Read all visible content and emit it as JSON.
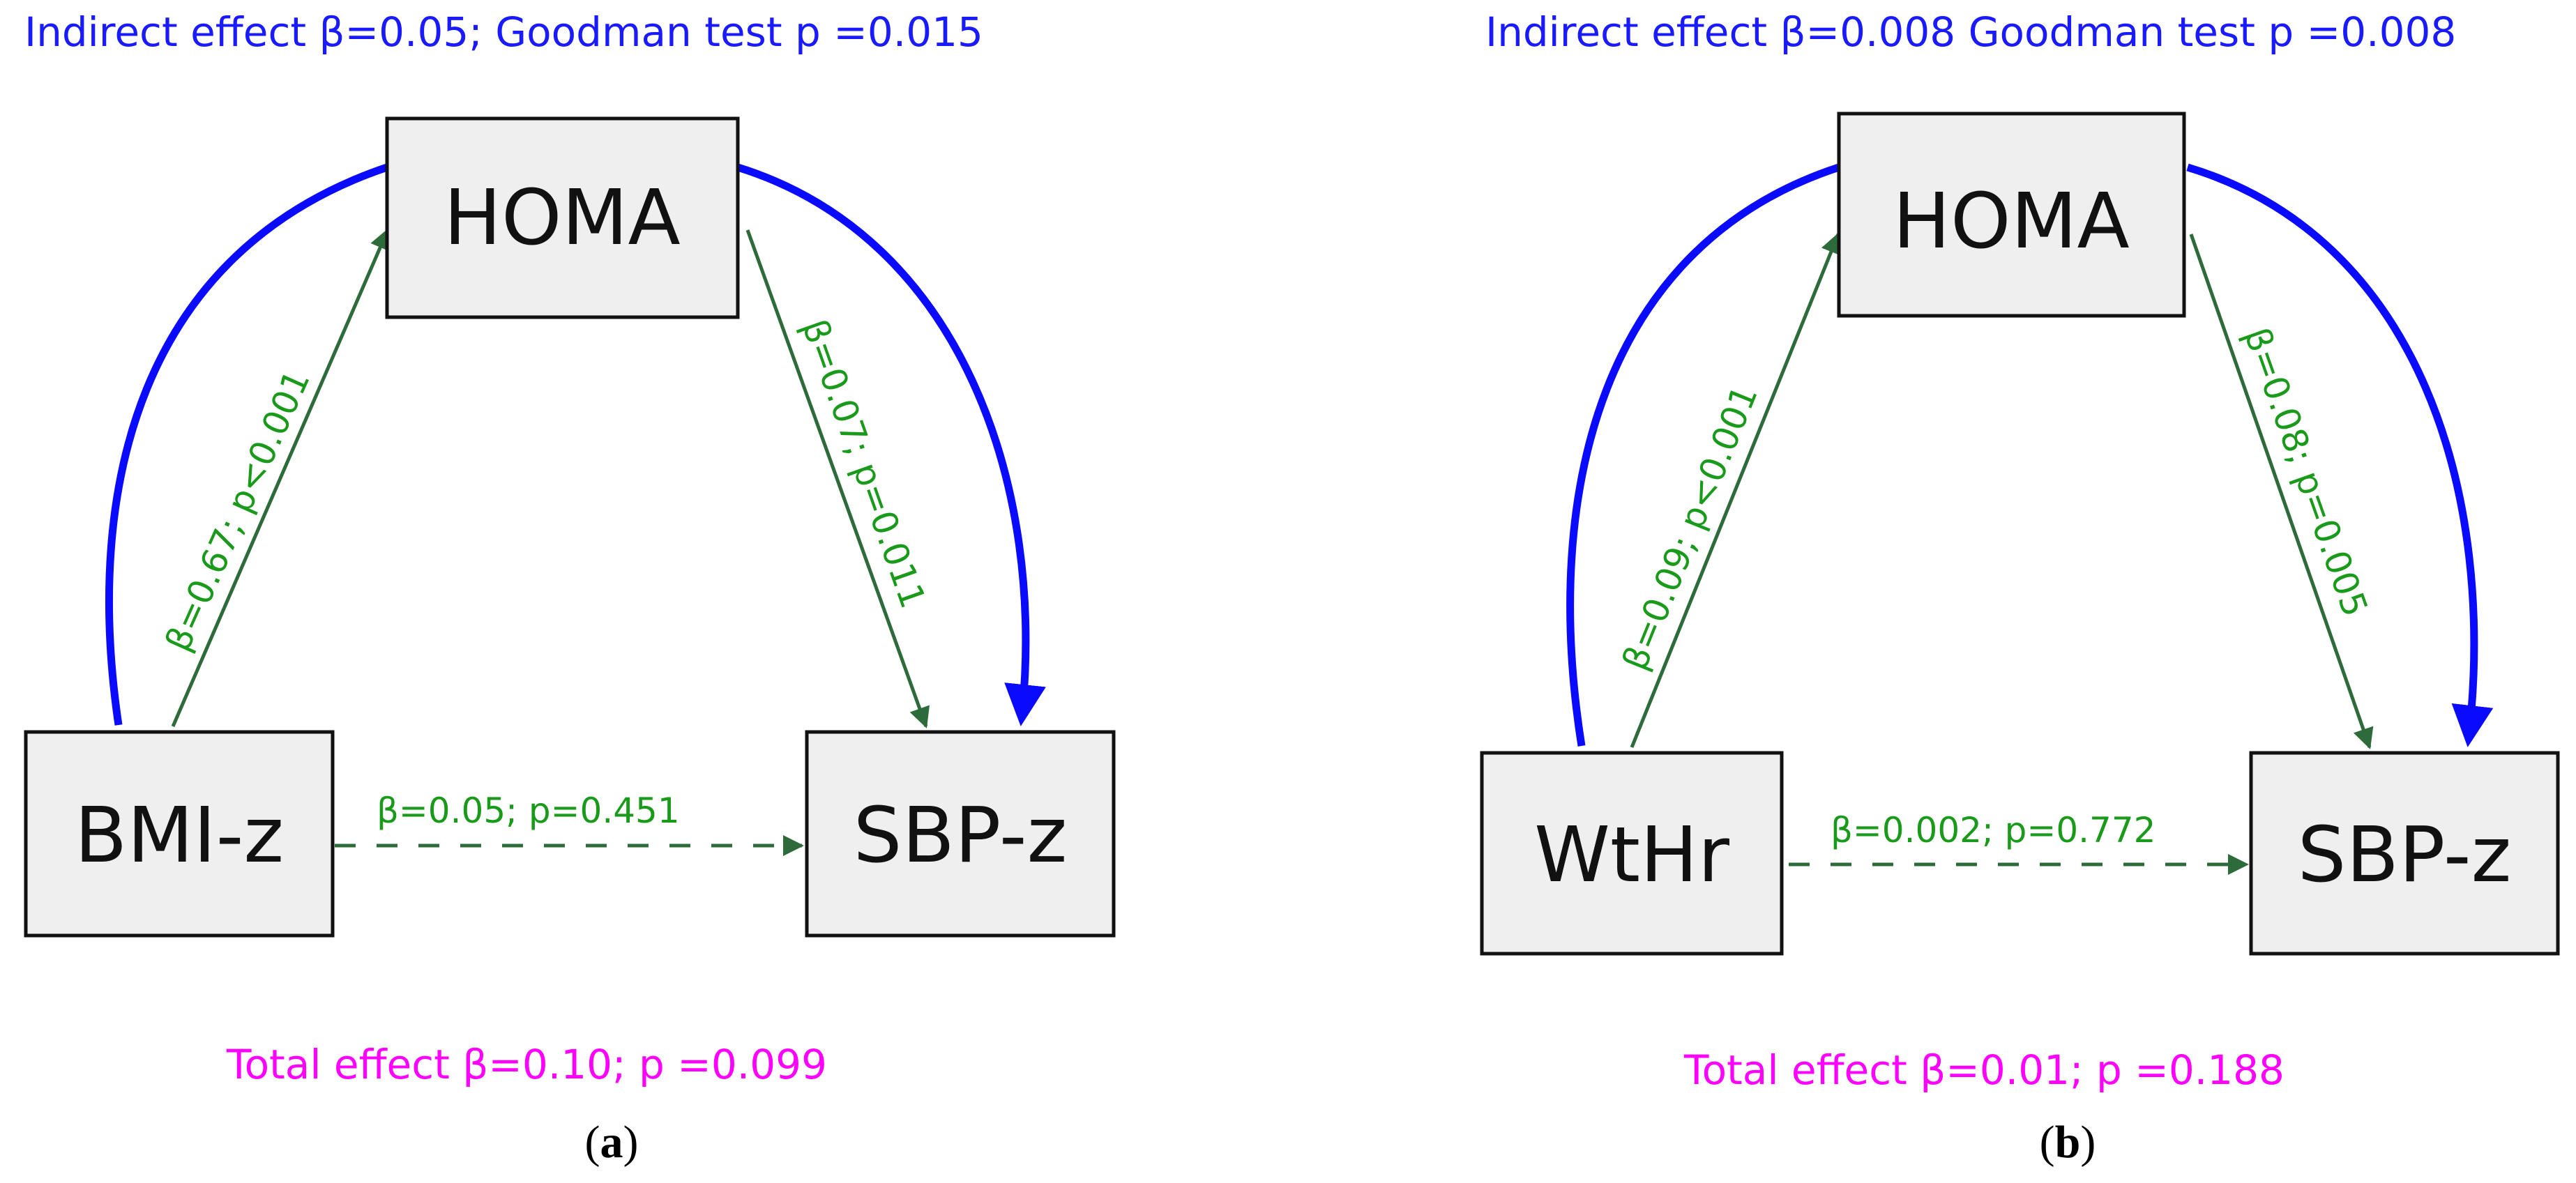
{
  "colors": {
    "box_fill": "#efefef",
    "box_stroke": "#111111",
    "indirect_text": "#1a1aff",
    "total_text": "#ff00ff",
    "path_label": "#1a9a1a",
    "path_arrow": "#2e6b3a",
    "indirect_arc": "#0a0aff"
  },
  "panels": [
    {
      "indirect_effect": "Indirect effect β=0.05; Goodman test p =0.015",
      "mediator": "HOMA",
      "predictor": "BMI-z",
      "outcome": "SBP-z",
      "path_a": "β=0.67; p<0.001",
      "path_b": "β=0.07; p=0.011",
      "direct": "β=0.05;  p=0.451",
      "total_effect": "Total effect β=0.10; p =0.099",
      "panel_open": "(",
      "panel_letter": "a",
      "panel_close": ")"
    },
    {
      "indirect_effect": "Indirect effect β=0.008 Goodman test p =0.008",
      "mediator": "HOMA",
      "predictor": "WtHr",
      "outcome": "SBP-z",
      "path_a": "β=0.09; p<0.001",
      "path_b": "β=0.08; p=0.005",
      "direct": "β=0.002;  p=0.772",
      "total_effect": "Total effect β=0.01; p =0.188",
      "panel_open": "(",
      "panel_letter": "b",
      "panel_close": ")"
    }
  ]
}
